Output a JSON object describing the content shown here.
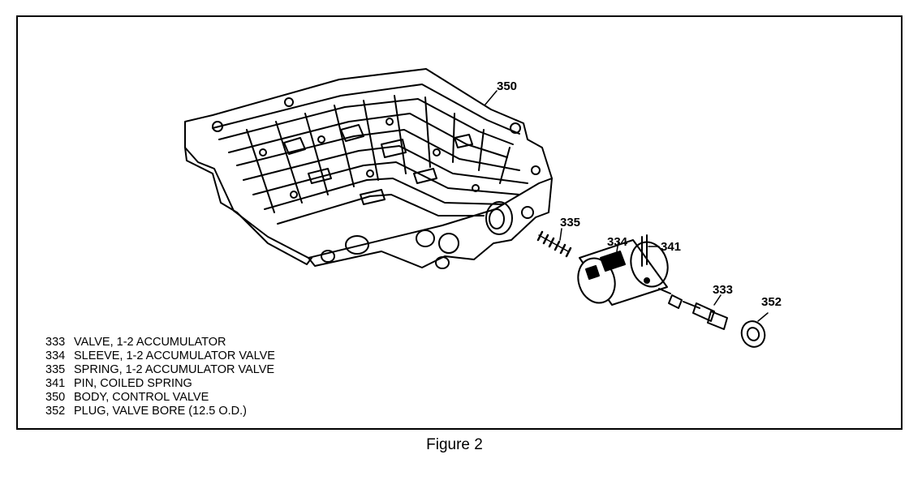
{
  "callouts": {
    "body": "350",
    "spring": "335",
    "sleeve": "334",
    "pin": "341",
    "valve": "333",
    "plug": "352"
  },
  "legend": [
    {
      "num": "333",
      "text": "VALVE, 1-2 ACCUMULATOR"
    },
    {
      "num": "334",
      "text": "SLEEVE, 1-2 ACCUMULATOR VALVE"
    },
    {
      "num": "335",
      "text": "SPRING, 1-2 ACCUMULATOR VALVE"
    },
    {
      "num": "341",
      "text": "PIN, COILED SPRING"
    },
    {
      "num": "350",
      "text": "BODY, CONTROL VALVE"
    },
    {
      "num": "352",
      "text": "PLUG, VALVE BORE (12.5 O.D.)"
    }
  ],
  "caption": "Figure 2"
}
